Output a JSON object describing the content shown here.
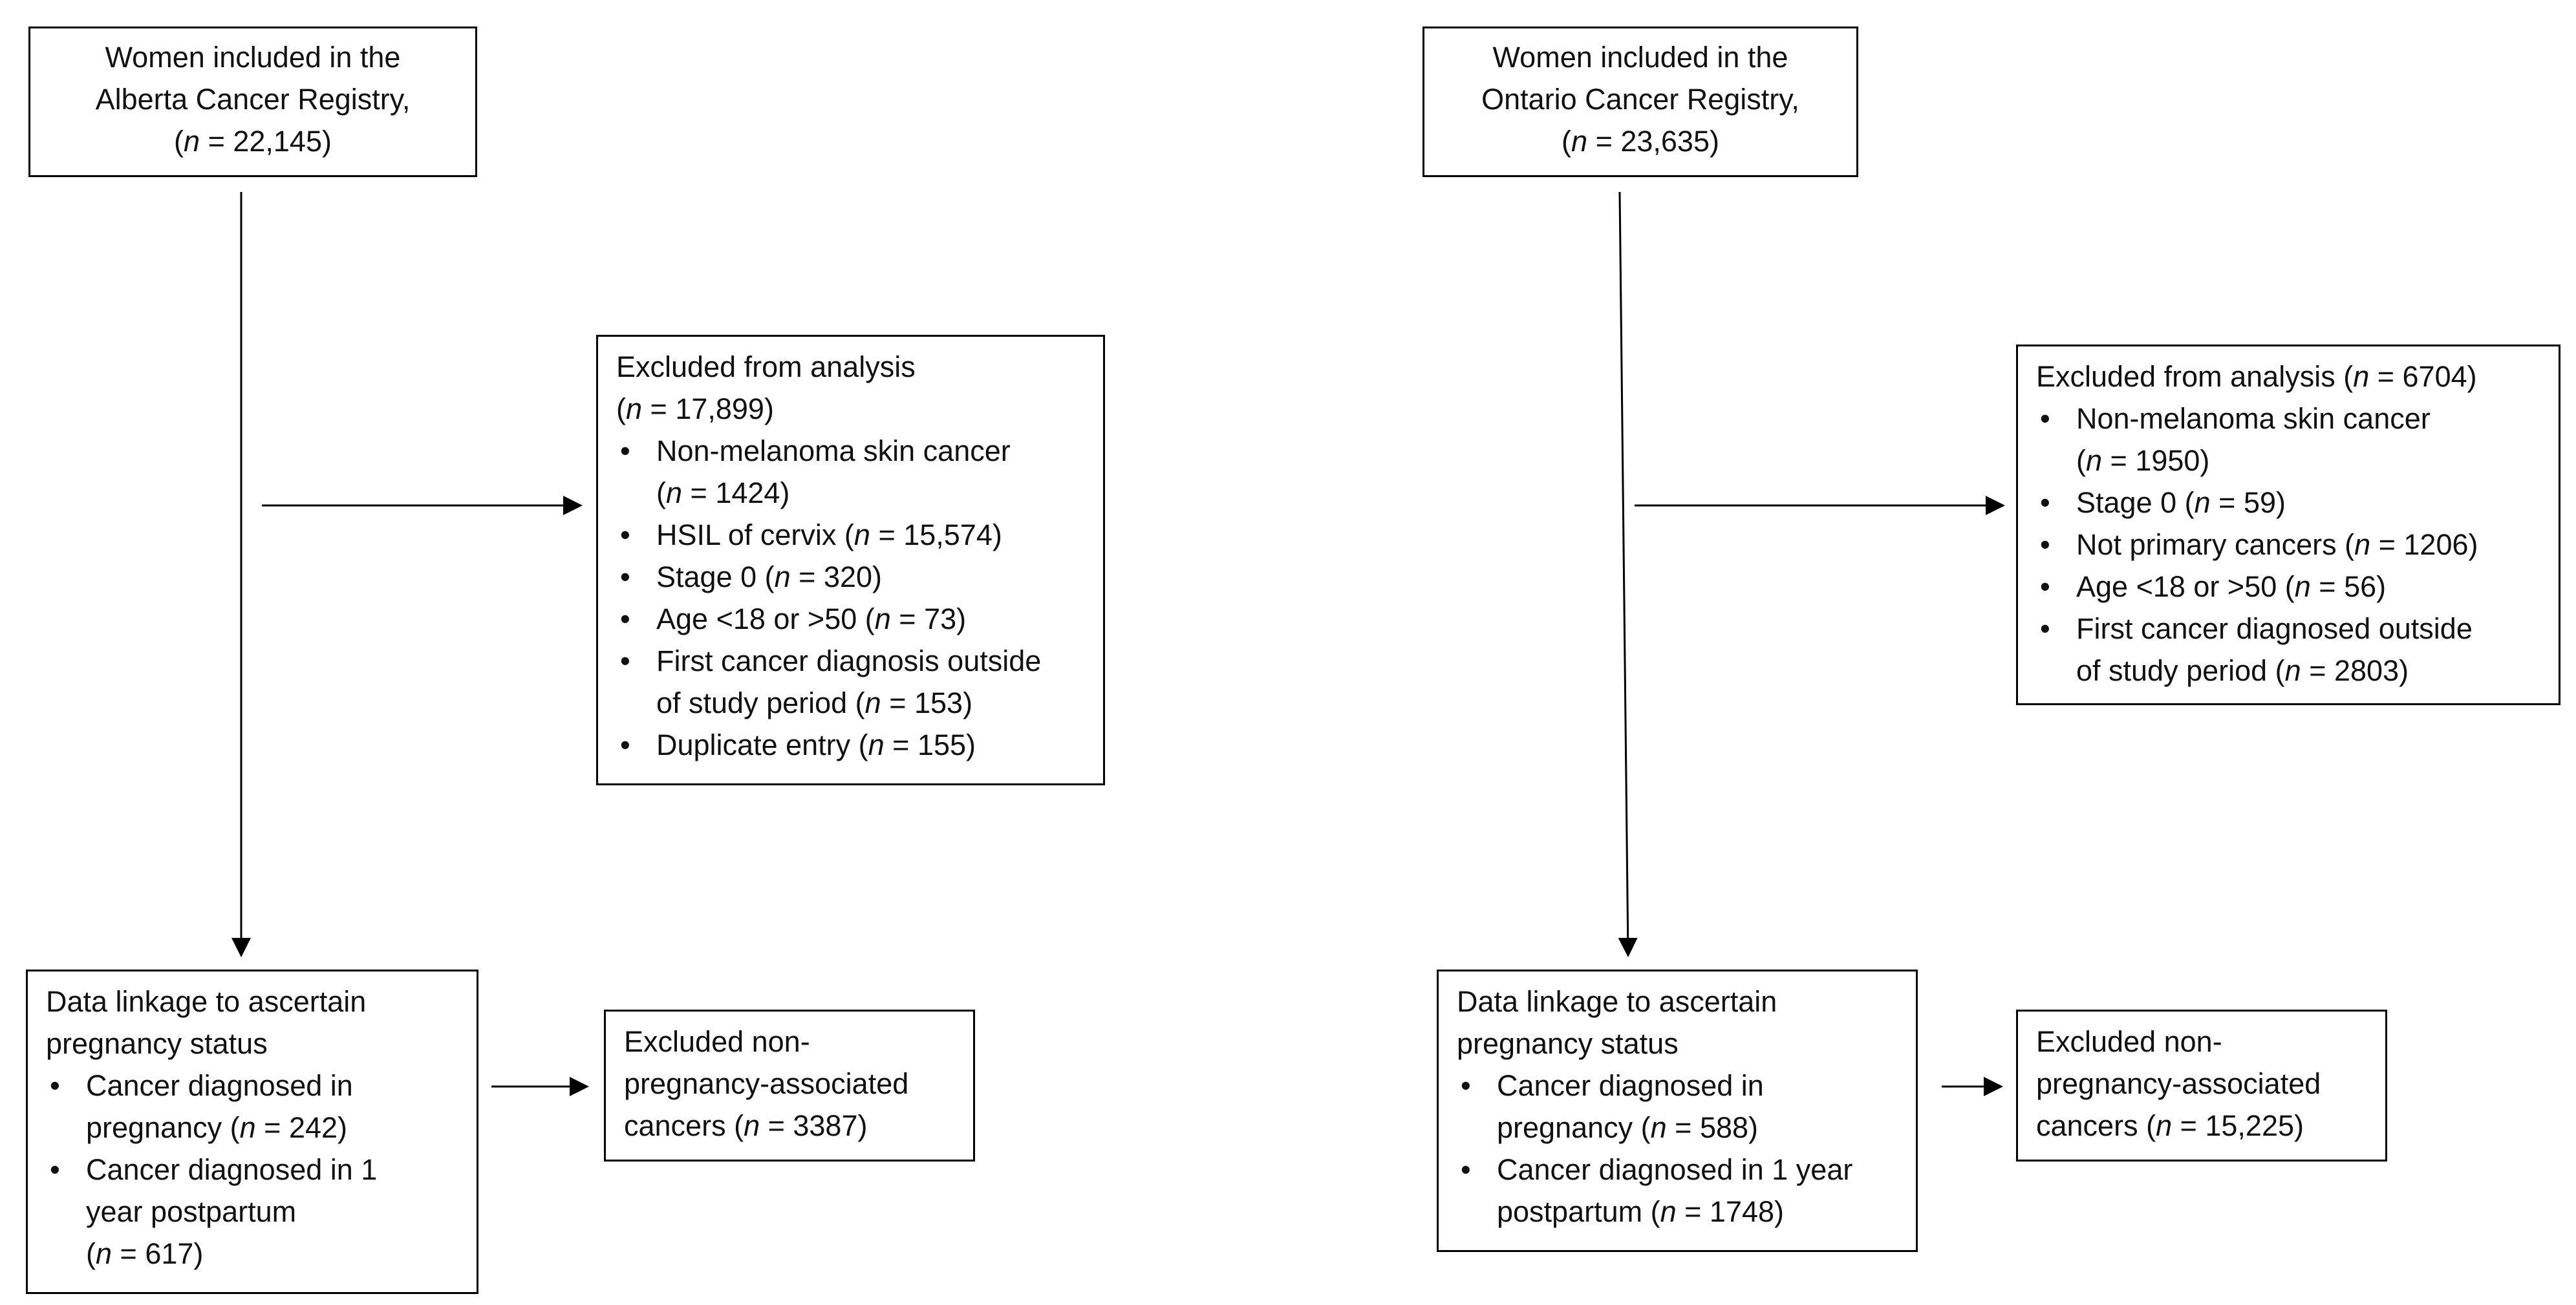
{
  "alberta": {
    "source_box": {
      "line1": "Women  included in the",
      "line2": "Alberta Cancer Registry,",
      "n_label": "n",
      "n_value": " = 22,145)"
    },
    "excluded_box": {
      "title": "Excluded from analysis",
      "n_label": "n",
      "n_value": " = 17,899)",
      "items": [
        {
          "text": "Non-melanoma  skin cancer",
          "n_label": "n",
          "n_value": " = 1424)"
        },
        {
          "text": "HSIL of cervix (",
          "n_label": "n",
          "n_value": " = 15,574)"
        },
        {
          "text": "Stage 0 (",
          "n_label": "n",
          "n_value": " = 320)"
        },
        {
          "text": "Age <18 or >50 (",
          "n_label": "n",
          "n_value": " = 73)"
        },
        {
          "text": "First cancer diagnosis outside",
          "text2": "of study period (",
          "n_label": "n",
          "n_value": " = 153)"
        },
        {
          "text": "Duplicate entry (",
          "n_label": "n",
          "n_value": " = 155)"
        }
      ]
    },
    "linkage_box": {
      "line1": "Data linkage to ascertain",
      "line2": "pregnancy status",
      "items": [
        {
          "text": "Cancer diagnosed in",
          "text2": "pregnancy (",
          "n_label": "n",
          "n_value": " = 242)"
        },
        {
          "text": "Cancer diagnosed in 1",
          "text2": "year postpartum",
          "n_label": "n",
          "n_value": " = 617)"
        }
      ]
    },
    "nonpreg_box": {
      "line1": "Excluded non-",
      "line2": "pregnancy-associated",
      "line3": "cancers (",
      "n_label": "n",
      "n_value": " = 3387)"
    }
  },
  "ontario": {
    "source_box": {
      "line1": "Women  included in the",
      "line2": "Ontario Cancer Registry,",
      "n_label": "n",
      "n_value": " = 23,635)"
    },
    "excluded_box": {
      "title": "Excluded from analysis (",
      "n_label": "n",
      "n_value": " = 6704)",
      "items": [
        {
          "text": "Non-melanoma  skin cancer",
          "n_label": "n",
          "n_value": " = 1950)"
        },
        {
          "text": "Stage 0 (",
          "n_label": "n",
          "n_value": " = 59)"
        },
        {
          "text": "Not primary cancers (",
          "n_label": "n",
          "n_value": " = 1206)"
        },
        {
          "text": "Age <18 or >50 (",
          "n_label": "n",
          "n_value": " = 56)"
        },
        {
          "text": "First cancer diagnosed outside",
          "text2": "of study period (",
          "n_label": "n",
          "n_value": " = 2803)"
        }
      ]
    },
    "linkage_box": {
      "line1": "Data linkage to ascertain",
      "line2": "pregnancy status",
      "items": [
        {
          "text": "Cancer diagnosed in",
          "text2": "pregnancy (",
          "n_label": "n",
          "n_value": " = 588)"
        },
        {
          "text": "Cancer diagnosed in 1 year",
          "text2": "postpartum  (",
          "n_label": "n",
          "n_value": " = 1748)"
        }
      ]
    },
    "nonpreg_box": {
      "line1": "Excluded non-",
      "line2": "pregnancy-associated",
      "line3": "cancers (",
      "n_label": "n",
      "n_value": " = 15,225)"
    }
  }
}
